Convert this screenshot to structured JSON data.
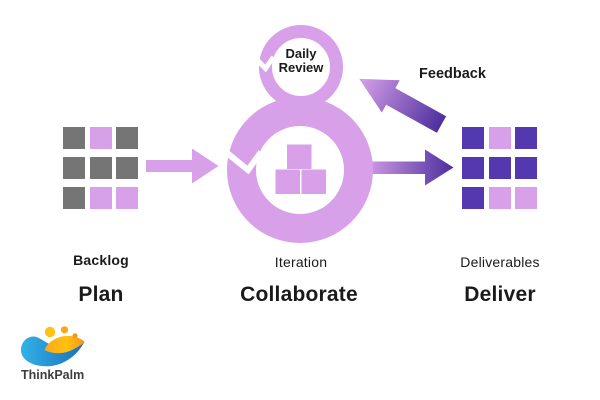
{
  "colors": {
    "lilac": "#D7A0E9",
    "gray": "#757575",
    "dark": "#5438B0",
    "arrow-dark": "#4C2F9E",
    "text": "#1A1A1A",
    "logo-text": "#3D3D3F",
    "logo-blue-light": "#33B1E8",
    "logo-blue-dark": "#1A6FB8",
    "logo-yellow": "#FFC20E",
    "logo-yellow-mid": "#FAA71B",
    "logo-orange": "#F7941D"
  },
  "diagram": {
    "daily_review_label": "Daily Review",
    "feedback_label": "Feedback",
    "stages": [
      {
        "id": "plan",
        "sublabel": "Backlog",
        "label": "Plan"
      },
      {
        "id": "collaborate",
        "sublabel": "Iteration",
        "label": "Collaborate"
      },
      {
        "id": "deliver",
        "sublabel": "Deliverables",
        "label": "Deliver"
      }
    ],
    "backlog_grid": [
      [
        "gray",
        "lilac",
        "gray"
      ],
      [
        "gray",
        "gray",
        "gray"
      ],
      [
        "gray",
        "lilac",
        "lilac"
      ]
    ],
    "deliverables_grid": [
      [
        "dark",
        "lilac",
        "dark"
      ],
      [
        "dark",
        "dark",
        "dark"
      ],
      [
        "dark",
        "lilac",
        "lilac"
      ]
    ]
  },
  "branding": {
    "logo_text": "ThinkPalm"
  }
}
